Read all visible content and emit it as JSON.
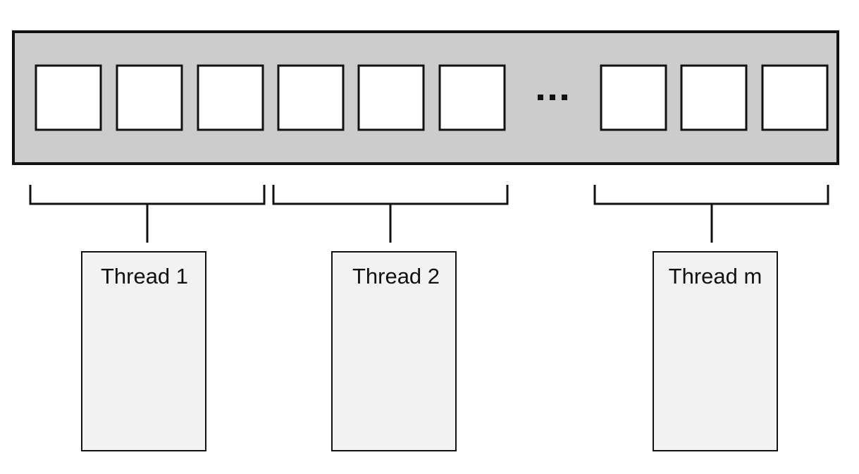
{
  "diagram": {
    "ellipsis": "...",
    "array": {
      "slots_before_ellipsis": 6,
      "slots_after_ellipsis": 3
    },
    "threads": [
      {
        "label": "Thread 1"
      },
      {
        "label": "Thread 2"
      },
      {
        "label": "Thread m"
      }
    ]
  },
  "colors": {
    "array_background": "#cccccc",
    "slot_fill": "#ffffff",
    "thread_box_fill": "#f2f2f2",
    "stroke": "#111111"
  }
}
